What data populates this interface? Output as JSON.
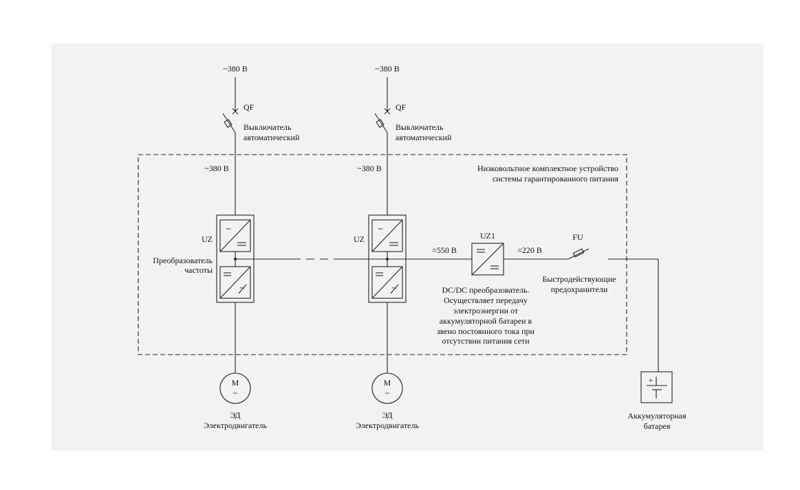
{
  "colors": {
    "panel_bg": "#f1f2f3",
    "line": "#222222",
    "box_fill": "#ffffff"
  },
  "feeders": [
    {
      "supply_label": "~380 В",
      "breaker_tag": "QF",
      "breaker_line1": "Выключатель",
      "breaker_line2": "автоматический",
      "inner_supply_label": "~380 В",
      "converter_tag": "UZ",
      "converter_line1": "Преобразователь",
      "converter_line2": "частоты",
      "motor_symbol": "М",
      "motor_tilde": "~",
      "motor_tag": "ЭД",
      "motor_label": "Электродвигатель"
    },
    {
      "supply_label": "~380 В",
      "breaker_tag": "QF",
      "breaker_line1": "Выключатель",
      "breaker_line2": "автоматический",
      "inner_supply_label": "~380 В",
      "converter_tag": "UZ",
      "motor_symbol": "М",
      "motor_tilde": "~",
      "motor_tag": "ЭД",
      "motor_label": "Электродвигатель"
    }
  ],
  "enclosure": {
    "line1": "Низковольтное комплектное устройство",
    "line2": "системы гарантированного питания"
  },
  "dc_bus_label": "=550 В",
  "dcdc": {
    "tag": "UZ1",
    "output_label": "=220 В",
    "desc_line1": "DC/DC преобразователь.",
    "desc_line2": "Осуществляет передачу",
    "desc_line3": "электроэнергии от",
    "desc_line4": "аккумуляторной батареи в",
    "desc_line5": "звено постоянного тока при",
    "desc_line6": "отсутствии питания сети"
  },
  "fuse": {
    "tag": "FU",
    "line1": "Быстродействующие",
    "line2": "предохранители"
  },
  "battery": {
    "plus": "+",
    "line1": "Аккумуляторная",
    "line2": "батарея"
  }
}
